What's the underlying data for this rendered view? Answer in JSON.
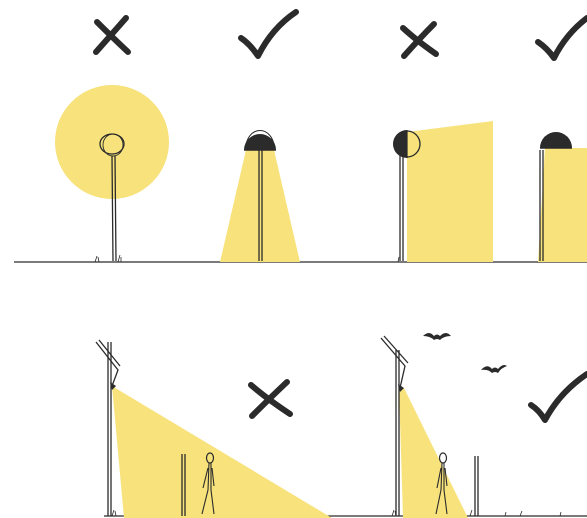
{
  "diagram": {
    "colors": {
      "light": "#f7e27c",
      "ink": "#2b2b2b",
      "background": "#ffffff"
    },
    "panels": [
      {
        "id": "glowing-globe-lamp",
        "verdict": "bad",
        "mark_icon": "cross-icon"
      },
      {
        "id": "downward-shielded-lamp",
        "verdict": "good",
        "mark_icon": "check-icon"
      },
      {
        "id": "sideways-spill-lamp",
        "verdict": "bad",
        "mark_icon": "cross-icon"
      },
      {
        "id": "downward-cropped-lamp",
        "verdict": "good",
        "mark_icon": "check-icon"
      },
      {
        "id": "tall-pole-wide-spill",
        "verdict": "bad",
        "mark_icon": "cross-icon"
      },
      {
        "id": "tall-pole-focused-beam",
        "verdict": "good",
        "mark_icon": "check-icon"
      }
    ],
    "extra_icons": [
      "person-icon",
      "bollard-icon",
      "bat-icon"
    ]
  }
}
